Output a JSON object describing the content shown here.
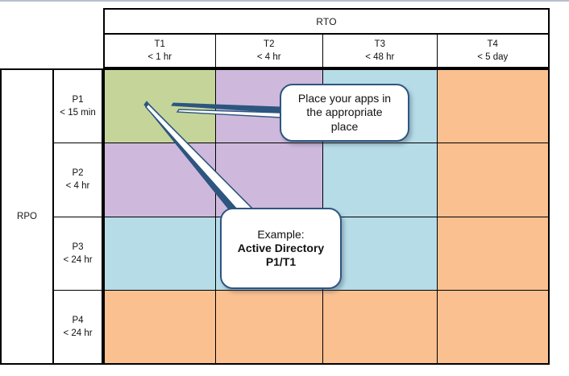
{
  "diagram": {
    "title_axis_x": "RTO",
    "title_axis_y": "RPO",
    "columns": [
      {
        "tier": "T1",
        "target": "< 1 hr"
      },
      {
        "tier": "T2",
        "target": "< 4 hr"
      },
      {
        "tier": "T3",
        "target": "< 48 hr"
      },
      {
        "tier": "T4",
        "target": "< 5 day"
      }
    ],
    "rows": [
      {
        "tier": "P1",
        "target": "< 15 min"
      },
      {
        "tier": "P2",
        "target": "< 4 hr"
      },
      {
        "tier": "P3",
        "target": "< 24 hr"
      },
      {
        "tier": "P4",
        "target": "< 24 hr"
      }
    ],
    "palette": {
      "green": "#c5d59a",
      "purple": "#ceb9dc",
      "blue": "#b6dce8",
      "orange": "#fac090",
      "grid_line": "#000000",
      "callout_border": "#2d5580",
      "callout_fill": "#ffffff",
      "connector": "#2d5580",
      "top_rule": "#b9bfcb"
    },
    "cell_colors": [
      [
        "green",
        "purple",
        "blue",
        "orange"
      ],
      [
        "purple",
        "purple",
        "blue",
        "orange"
      ],
      [
        "blue",
        "blue",
        "blue",
        "orange"
      ],
      [
        "orange",
        "orange",
        "orange",
        "orange"
      ]
    ]
  },
  "callouts": {
    "place": {
      "lines": [
        "Place your apps in",
        "the appropriate",
        "place"
      ]
    },
    "example": {
      "label": "Example:",
      "app_name": "Active Directory",
      "classification": "P1/T1"
    }
  }
}
